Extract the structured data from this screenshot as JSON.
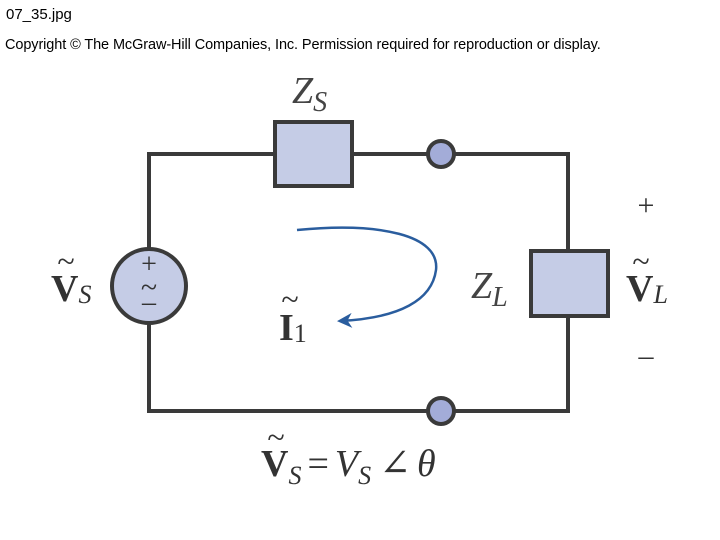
{
  "header": {
    "filename": "07_35.jpg",
    "copyright": "Copyright © The McGraw-Hill Companies, Inc. Permission required for reproduction or display."
  },
  "circuit": {
    "source_impedance": {
      "main": "Z",
      "sub": "S"
    },
    "load_impedance": {
      "main": "Z",
      "sub": "L"
    },
    "source_voltage": {
      "main": "V",
      "sub": "S",
      "tilde": "~"
    },
    "load_voltage": {
      "main": "V",
      "sub": "L",
      "tilde": "~",
      "plus": "+",
      "minus": "–"
    },
    "current": {
      "main": "I",
      "sub": "1",
      "tilde": "~"
    },
    "source_symbol": {
      "plus": "+",
      "tilde": "~",
      "minus": "–"
    },
    "equation": {
      "lhs_main": "V",
      "lhs_sub": "S",
      "tilde": "~",
      "equals": "=",
      "rhs_main": "V",
      "rhs_sub": "S",
      "angle": "∠",
      "theta": "θ"
    }
  },
  "colors": {
    "wire": "#3a3a3a",
    "component_fill": "#c5cce6",
    "terminal_fill": "#a3acd8",
    "arrow": "#2a5d9e"
  }
}
